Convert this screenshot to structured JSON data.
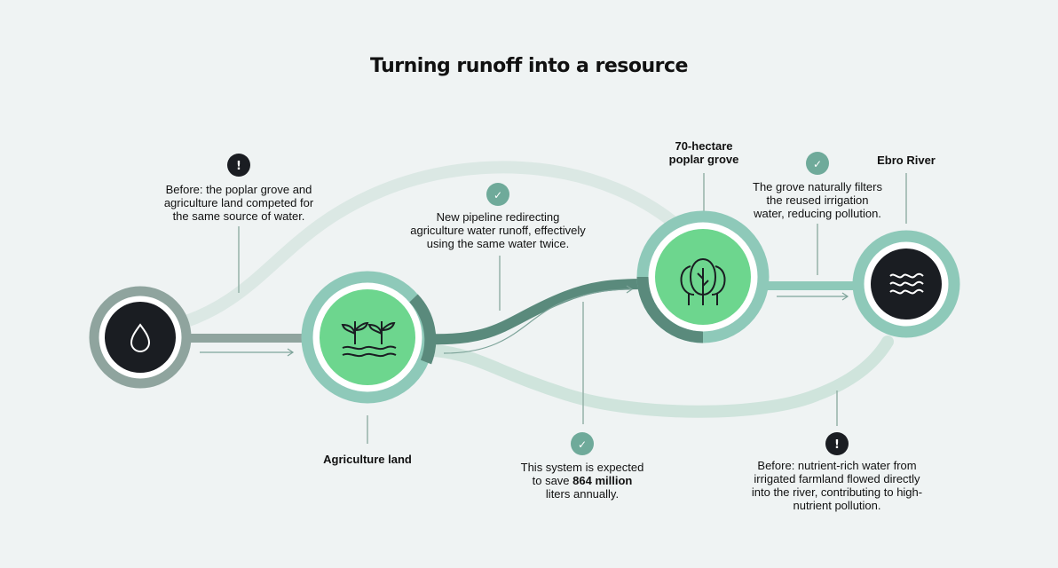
{
  "title": "Turning runoff into a resource",
  "labels": {
    "agriculture": "Agriculture land",
    "grove_line1": "70-hectare",
    "grove_line2": "poplar grove",
    "river": "Ebro River"
  },
  "annotations": {
    "before_grove": [
      "Before: the poplar grove and",
      "agriculture land competed for",
      "the same source of water."
    ],
    "pipeline": [
      "New pipeline redirecting",
      "agriculture water runoff, effectively",
      "using the same water twice."
    ],
    "filter": [
      "The grove naturally filters",
      "the reused irrigation",
      "water, reducing pollution."
    ],
    "savings": {
      "line1": "This system is expected",
      "line2_prefix": "to save ",
      "line2_bold": "864 million",
      "line3": "liters annually."
    },
    "before_river": [
      "Before: nutrient-rich water from",
      "irrigated farmland flowed directly",
      "into the river, contributing to high-",
      "nutrient pollution."
    ]
  },
  "badges": {
    "warning_glyph": "!",
    "check_glyph": "✓"
  },
  "icons": [
    "water-drop-icon",
    "crops-icon",
    "trees-icon",
    "waves-icon",
    "warning-icon",
    "check-icon"
  ],
  "colors": {
    "background": "#eff3f3",
    "dark": "#1a1d22",
    "light_green": "#6dd68e",
    "teal_ring": "#8ec9b9",
    "teal_pale": "#bdded4",
    "gray_ring": "#8fa49e",
    "pipe_dark": "#5a8a7c",
    "pipe_teal": "#6faa9a"
  }
}
